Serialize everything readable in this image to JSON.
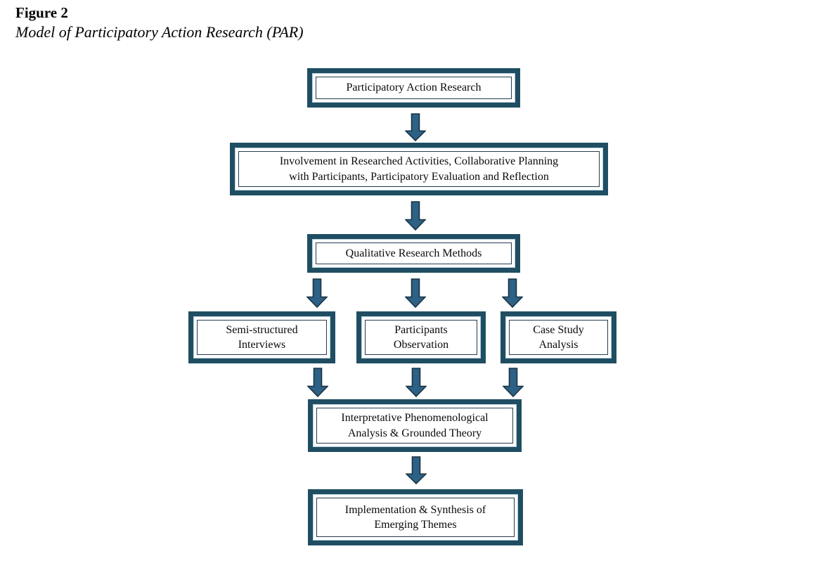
{
  "figure": {
    "label": "Figure 2",
    "title": "Model of Participatory Action Research (PAR)"
  },
  "colors": {
    "box_frame": "#1f4e63",
    "box_frame_highlight": "#b9d2e0",
    "box_inner_border": "#243c50",
    "box_fill": "#ffffff",
    "arrow_fill": "#2d6185",
    "arrow_stroke": "#1a3343",
    "text": "#000000",
    "background": "#ffffff"
  },
  "diagram": {
    "type": "flowchart",
    "direction": "top-down",
    "nodes": [
      {
        "id": "par",
        "text": "Participatory Action Research"
      },
      {
        "id": "involvement",
        "text": "Involvement in Researched Activities, Collaborative Planning\nwith Participants, Participatory Evaluation and Reflection"
      },
      {
        "id": "qualitative-methods",
        "text": "Qualitative Research Methods"
      },
      {
        "id": "interviews",
        "text": "Semi-structured\nInterviews"
      },
      {
        "id": "observation",
        "text": "Participants\nObservation"
      },
      {
        "id": "case-study",
        "text": "Case Study\nAnalysis"
      },
      {
        "id": "ipa-grounded-theory",
        "text": "Interpretative Phenomenological\nAnalysis & Grounded Theory"
      },
      {
        "id": "implementation",
        "text": "Implementation & Synthesis of\nEmerging Themes"
      }
    ],
    "edges": [
      {
        "from": "par",
        "to": "involvement"
      },
      {
        "from": "involvement",
        "to": "qualitative-methods"
      },
      {
        "from": "qualitative-methods",
        "to": "interviews"
      },
      {
        "from": "qualitative-methods",
        "to": "observation"
      },
      {
        "from": "qualitative-methods",
        "to": "case-study"
      },
      {
        "from": "interviews",
        "to": "ipa-grounded-theory"
      },
      {
        "from": "observation",
        "to": "ipa-grounded-theory"
      },
      {
        "from": "case-study",
        "to": "ipa-grounded-theory"
      },
      {
        "from": "ipa-grounded-theory",
        "to": "implementation"
      }
    ]
  }
}
